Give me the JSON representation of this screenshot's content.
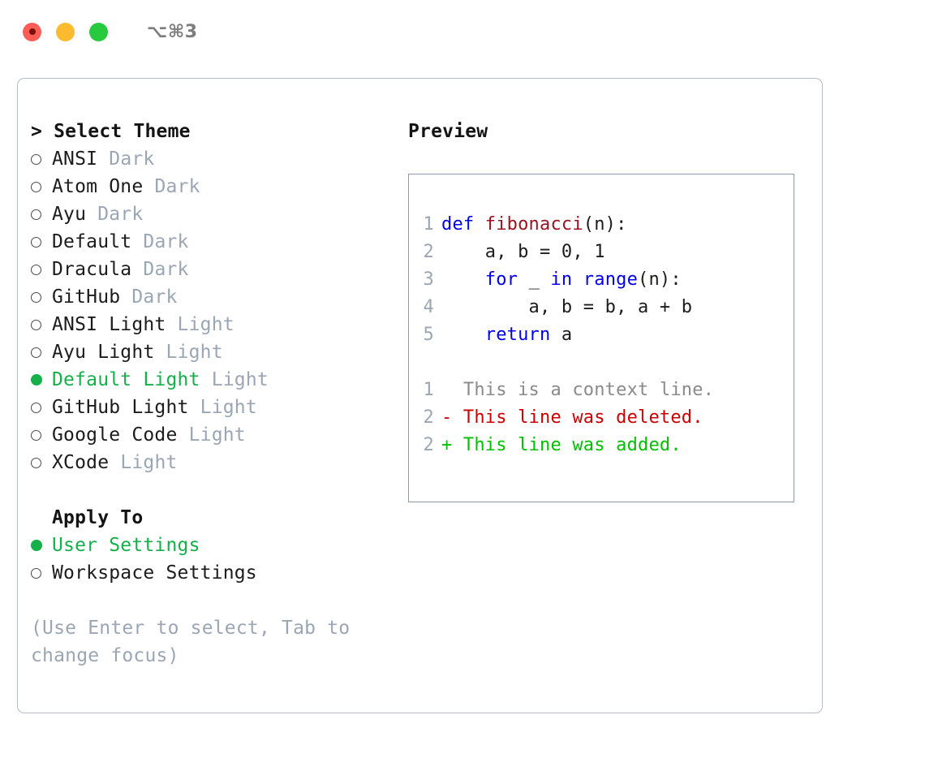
{
  "titlebar": {
    "shortcut": "⌥⌘3",
    "buttons": [
      {
        "name": "close-button",
        "color": "#fb5d56"
      },
      {
        "name": "minimize-button",
        "color": "#fcbb2f"
      },
      {
        "name": "maximize-button",
        "color": "#27c93f"
      }
    ]
  },
  "theme_list": {
    "header_caret": ">",
    "header": "Select Theme",
    "items": [
      {
        "marker": "o",
        "label": "ANSI",
        "suffix": "Dark",
        "selected": false
      },
      {
        "marker": "o",
        "label": "Atom One",
        "suffix": "Dark",
        "selected": false
      },
      {
        "marker": "o",
        "label": "Ayu",
        "suffix": "Dark",
        "selected": false
      },
      {
        "marker": "o",
        "label": "Default",
        "suffix": "Dark",
        "selected": false
      },
      {
        "marker": "o",
        "label": "Dracula",
        "suffix": "Dark",
        "selected": false
      },
      {
        "marker": "o",
        "label": "GitHub",
        "suffix": "Dark",
        "selected": false
      },
      {
        "marker": "o",
        "label": "ANSI Light",
        "suffix": "Light",
        "selected": false
      },
      {
        "marker": "o",
        "label": "Ayu Light",
        "suffix": "Light",
        "selected": false
      },
      {
        "marker": "●",
        "label": "Default Light",
        "suffix": "Light",
        "selected": true
      },
      {
        "marker": "o",
        "label": "GitHub Light",
        "suffix": "Light",
        "selected": false
      },
      {
        "marker": "o",
        "label": "Google Code",
        "suffix": "Light",
        "selected": false
      },
      {
        "marker": "o",
        "label": "XCode",
        "suffix": "Light",
        "selected": false
      }
    ]
  },
  "apply_to": {
    "header": "Apply To",
    "items": [
      {
        "marker": "●",
        "label": "User Settings",
        "selected": true
      },
      {
        "marker": "o",
        "label": "Workspace Settings",
        "selected": false
      }
    ]
  },
  "hint": "(Use Enter to select, Tab to change focus)",
  "preview": {
    "title": "Preview",
    "code_lines": [
      {
        "no": "1",
        "tokens": [
          {
            "t": "def ",
            "c": "kw"
          },
          {
            "t": "fibonacci",
            "c": "fn"
          },
          {
            "t": "(n):",
            "c": "plain"
          }
        ]
      },
      {
        "no": "2",
        "tokens": [
          {
            "t": "    a, b = 0, 1",
            "c": "plain"
          }
        ]
      },
      {
        "no": "3",
        "tokens": [
          {
            "t": "    ",
            "c": "plain"
          },
          {
            "t": "for",
            "c": "kw"
          },
          {
            "t": " _ ",
            "c": "plain"
          },
          {
            "t": "in range",
            "c": "kw"
          },
          {
            "t": "(n):",
            "c": "plain"
          }
        ]
      },
      {
        "no": "4",
        "tokens": [
          {
            "t": "        a, b = b, a + b",
            "c": "plain"
          }
        ]
      },
      {
        "no": "5",
        "tokens": [
          {
            "t": "    ",
            "c": "plain"
          },
          {
            "t": "return",
            "c": "kw"
          },
          {
            "t": " a",
            "c": "plain"
          }
        ]
      },
      {
        "no": "",
        "tokens": []
      },
      {
        "no": "1",
        "tokens": [
          {
            "t": "  This is a context line.",
            "c": "ctx"
          }
        ]
      },
      {
        "no": "2",
        "tokens": [
          {
            "t": "- This line was deleted.",
            "c": "del"
          }
        ]
      },
      {
        "no": "2",
        "tokens": [
          {
            "t": "+ This line was added.",
            "c": "add"
          }
        ]
      }
    ]
  },
  "colors": {
    "accent_green": "#15b04a",
    "muted": "#9ba6b5",
    "keyword": "#0000ee",
    "function": "#9c1420",
    "diff_deleted": "#cc0000",
    "diff_added": "#00c000",
    "border": "#b3bcc9",
    "preview_border": "#8e9aab"
  }
}
